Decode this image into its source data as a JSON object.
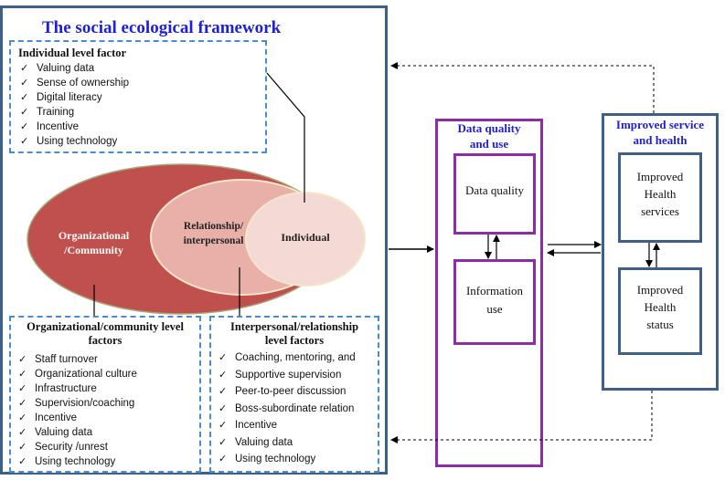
{
  "framework": {
    "title": "The social ecological framework",
    "individual_box": {
      "title": "Individual level factor",
      "items": [
        "Valuing data",
        "Sense of ownership",
        "Digital literacy",
        "Training",
        "Incentive",
        "Using technology"
      ]
    },
    "ellipses": {
      "outer": "Organizational /Community",
      "outer_line1": "Organizational",
      "outer_line2": "/Community",
      "middle_line1": "Relationship/",
      "middle_line2": "interpersonal",
      "inner": "Individual"
    },
    "org_box": {
      "title_line1": "Organizational/community level",
      "title_line2": "factors",
      "items": [
        "Staff turnover",
        "Organizational culture",
        "Infrastructure",
        "Supervision/coaching",
        "Incentive",
        "Valuing data",
        "Security /unrest",
        "Using technology"
      ]
    },
    "inter_box": {
      "title_line1": "Interpersonal/relationship",
      "title_line2": "level factors",
      "items": [
        "Coaching, mentoring, and",
        "Supportive supervision",
        "Peer-to-peer discussion",
        "Boss-subordinate  relation",
        "Incentive",
        "Valuing data",
        "Using technology"
      ]
    }
  },
  "data_quality_panel": {
    "title_line1": "Data quality",
    "title_line2": "and use",
    "box1": "Data quality",
    "box2_line1": "Information",
    "box2_line2": "use"
  },
  "improved_panel": {
    "title_line1": "Improved service",
    "title_line2": "and health",
    "box1_line1": "Improved",
    "box1_line2": "Health",
    "box1_line3": "services",
    "box2_line1": "Improved",
    "box2_line2": "Health",
    "box2_line3": "status"
  },
  "check_symbol": "✓",
  "colors": {
    "title_blue": "#1f1fd6",
    "frame_blue": "#3e5f86",
    "dashed_blue": "#4a8bd6",
    "purple": "#8e2ba6",
    "outer_ellipse": "#c0504d",
    "middle_ellipse": "#e8b0a8",
    "inner_ellipse": "#f4d9d5"
  }
}
